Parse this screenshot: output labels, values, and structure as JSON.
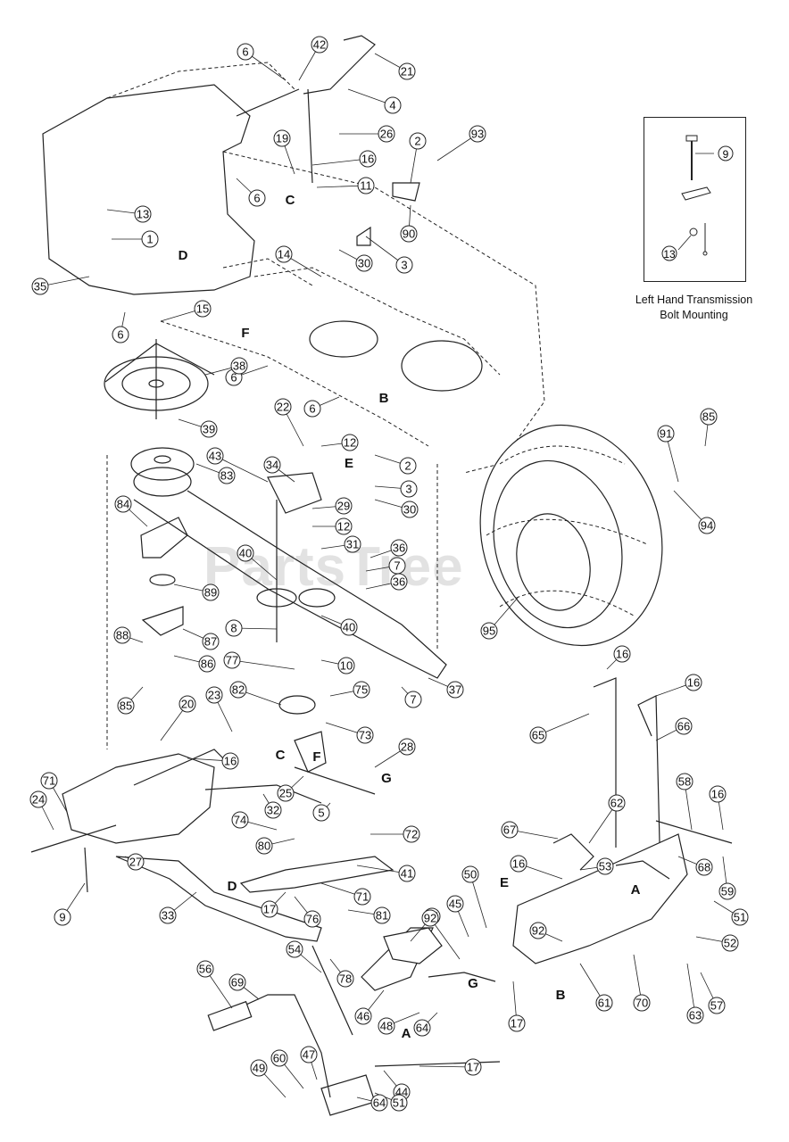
{
  "watermark": "PartsTree",
  "inset": {
    "caption_line1": "Left Hand Transmission",
    "caption_line2": "Bolt Mounting",
    "callouts": [
      "9",
      "13"
    ]
  },
  "letter_markers": [
    "A",
    "B",
    "C",
    "D",
    "E",
    "F",
    "G"
  ],
  "callouts": [
    "1",
    "2",
    "3",
    "4",
    "5",
    "6",
    "7",
    "8",
    "9",
    "10",
    "11",
    "12",
    "13",
    "14",
    "15",
    "16",
    "17",
    "19",
    "20",
    "21",
    "22",
    "23",
    "24",
    "25",
    "26",
    "27",
    "28",
    "29",
    "30",
    "31",
    "32",
    "33",
    "34",
    "35",
    "36",
    "37",
    "38",
    "39",
    "40",
    "41",
    "42",
    "43",
    "44",
    "45",
    "46",
    "47",
    "48",
    "49",
    "50",
    "51",
    "52",
    "53",
    "54",
    "55",
    "56",
    "57",
    "58",
    "59",
    "60",
    "61",
    "62",
    "63",
    "64",
    "65",
    "66",
    "67",
    "68",
    "69",
    "70",
    "71",
    "72",
    "73",
    "74",
    "75",
    "76",
    "77",
    "78",
    "80",
    "81",
    "82",
    "83",
    "84",
    "85",
    "86",
    "87",
    "88",
    "89",
    "90",
    "91",
    "92",
    "93",
    "94",
    "95"
  ]
}
